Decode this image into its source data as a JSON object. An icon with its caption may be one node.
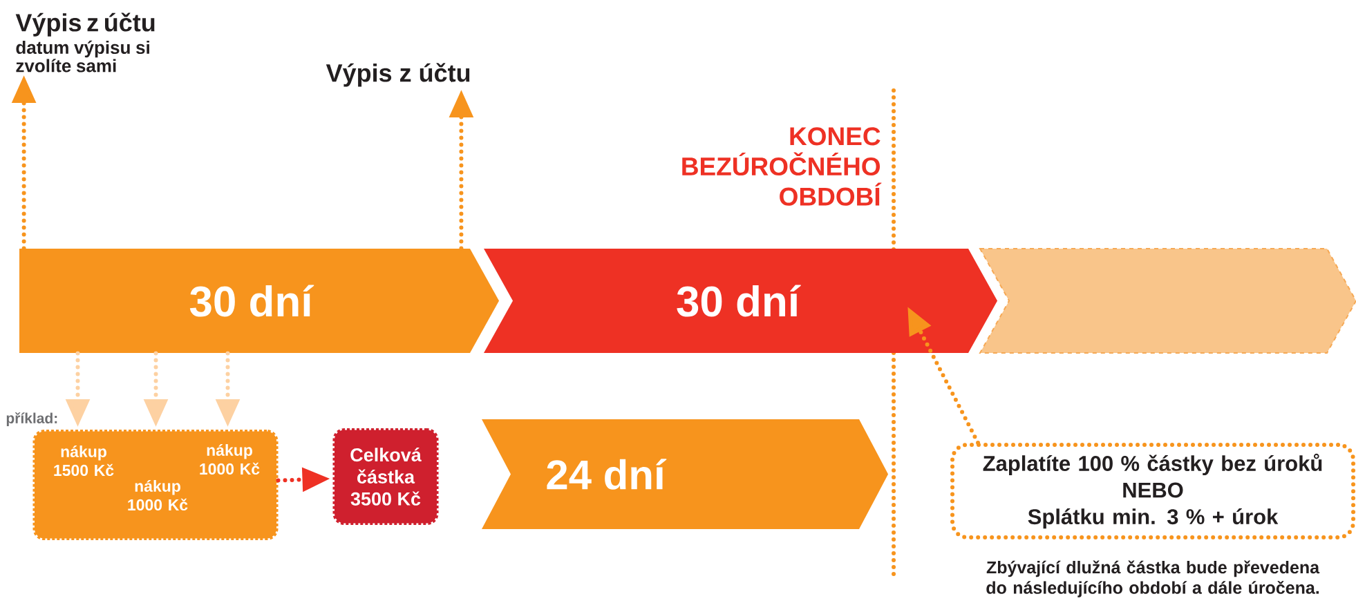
{
  "diagram": {
    "nodes": [
      {
        "text": [
          "30 dní"
        ]
      },
      {
        "text": [
          "30 dní"
        ]
      },
      {
        "text": [],
        "shape": "chevron"
      },
      {
        "text": [
          "Výpis z účtu",
          "datum výpisu si zvolíte sami"
        ]
      },
      {
        "text": [
          "Výpis z účtu"
        ]
      },
      {
        "text": [
          "KONEC BEZÚROČNÉHO OBDOBÍ"
        ]
      },
      {
        "text": [],
        "shape": "box"
      },
      {
        "text": [
          "nákup 1500 Kč"
        ],
        "in": 6
      },
      {
        "text": [
          "nákup 1000 Kč"
        ],
        "in": 6
      },
      {
        "text": [
          "nákup 1000 Kč"
        ],
        "in": 6
      },
      {
        "text": [
          "Celková částka 3500 Kč"
        ]
      },
      {
        "text": [
          "24 dní"
        ]
      },
      {
        "text": [
          "Zaplatíte 100 % částky bez úroků",
          "NEBO",
          "Splátku min. 3 % + úrok"
        ],
        "beside": [
          "Zbývající dlužná částka bude převedena do následujícího období a dále úročena."
        ]
      }
    ],
    "edges": [
      {
        "from": 0,
        "to": 3,
        "arrow": "to"
      },
      {
        "from": 0,
        "to": 4,
        "arrow": "to"
      },
      {
        "from": 0,
        "to": 6,
        "arrow": "to",
        "color": "#fdd1a2"
      },
      {
        "from": 0,
        "to": 6,
        "arrow": "to",
        "color": "#fdd1a2"
      },
      {
        "from": 0,
        "to": 6,
        "arrow": "to",
        "color": "#fdd1a2"
      },
      {
        "from": 6,
        "to": 10,
        "arrow": "to",
        "color": "#ee3124"
      },
      {
        "from": 12,
        "to": 1,
        "arrow": "to"
      }
    ],
    "labels": [
      "příklad:"
    ]
  }
}
